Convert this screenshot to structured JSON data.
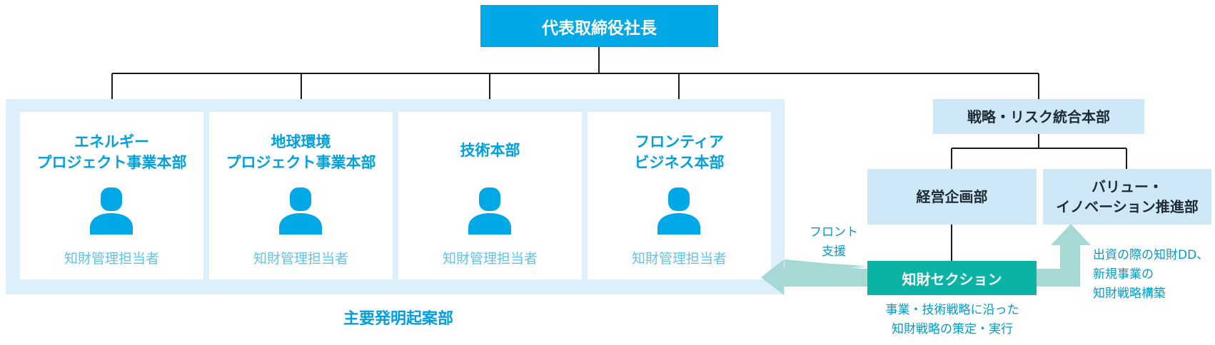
{
  "ceo": "代表取締役社長",
  "invention_panel": {
    "label": "主要発明起案部",
    "divisions": [
      {
        "title": "エネルギー\nプロジェクト事業本部",
        "role": "知財管理担当者"
      },
      {
        "title": "地球環境\nプロジェクト事業本部",
        "role": "知財管理担当者"
      },
      {
        "title": "技術本部",
        "role": "知財管理担当者"
      },
      {
        "title": "フロンティア\nビジネス本部",
        "role": "知財管理担当者"
      }
    ]
  },
  "strategy_hq": "戦略・リスク統合本部",
  "planning_dept": "経営企画部",
  "value_dept": "バリュー・\nイノベーション推進部",
  "ip_section": "知財セクション",
  "notes": {
    "front_support": "フロント\n支援",
    "ip_strategy": "事業・技術戦略に沿った\n知財戦略の策定・実行",
    "value_support": "出資の際の知財DD、\n新規事業の\n知財戦略構築"
  },
  "colors": {
    "primary": "#00a8e6",
    "panel": "#dceffa",
    "light_box": "#cfe8f8",
    "teal": "#0ab3a3",
    "arrow": "#a6d9d6"
  }
}
